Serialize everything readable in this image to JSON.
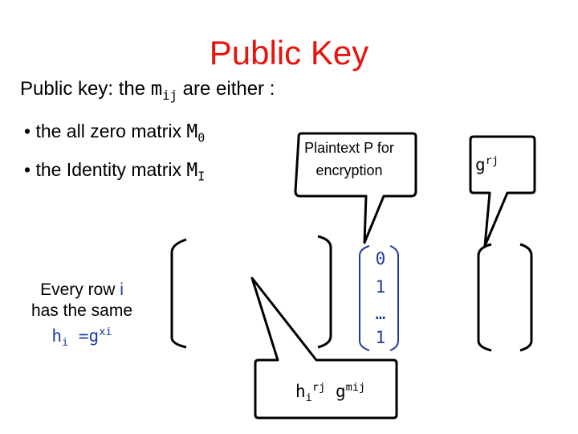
{
  "slide": {
    "title": "Public Key",
    "intro_prefix": "Public key: the ",
    "intro_var": "m",
    "intro_sub": "ij",
    "intro_suffix": " are either :",
    "bullet1_text": "• the all zero matrix ",
    "bullet1_var": "M",
    "bullet1_sub": "0",
    "bullet2_text": "• the Identity matrix ",
    "bullet2_var": "M",
    "bullet2_sub": "I",
    "row_note_line1": "Every row ",
    "row_note_i": "i",
    "row_note_line2": "has the same",
    "row_note_h": "h",
    "row_note_h_sub": "i",
    "row_note_eq": " =g",
    "row_note_exp": "xi",
    "plaintext_callout": "Plaintext P for encryption",
    "vector": [
      "0",
      "1",
      "…",
      "1"
    ],
    "bottom_base": "h",
    "bottom_base_sub": "i",
    "bottom_exp1": "rj",
    "bottom_g": " g",
    "bottom_exp2": "mij",
    "g_base": "g",
    "g_exp": "rj",
    "accent_color": "#e8140c",
    "vector_color": "#1c3aa6"
  }
}
